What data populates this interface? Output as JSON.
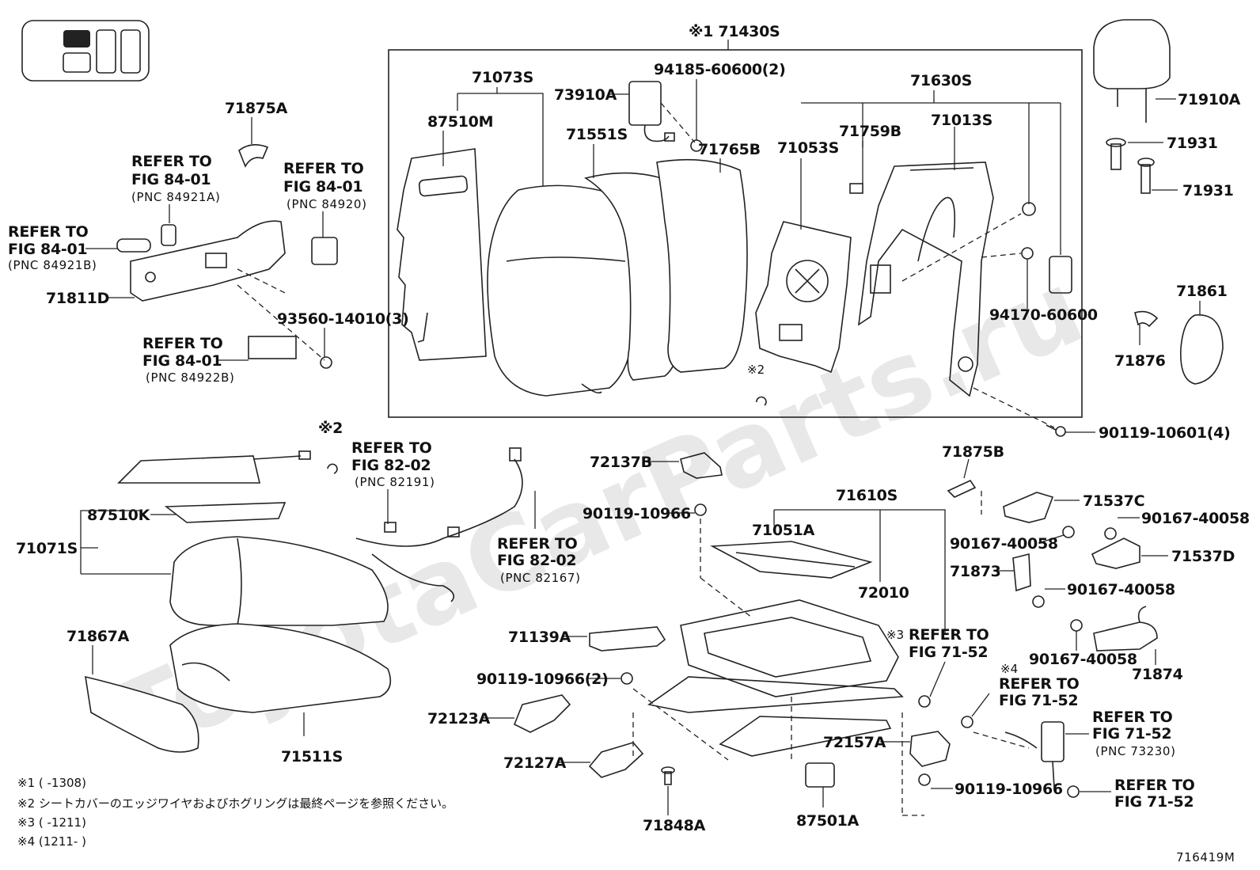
{
  "watermark": "ToyotaCarParts.ru",
  "figure_id": "716419M",
  "callouts": {
    "c71430S": "※1 71430S",
    "c71073S": "71073S",
    "c87510M": "87510M",
    "c73910A": "73910A",
    "c94185": "94185-60600(2)",
    "c71551S": "71551S",
    "c71765B": "71765B",
    "c71630S": "71630S",
    "c71013S": "71013S",
    "c71759B": "71759B",
    "c71053S": "71053S",
    "c94170": "94170-60600",
    "c71875A": "71875A",
    "c71811D": "71811D",
    "c93560": "93560-14010(3)",
    "c71910A": "71910A",
    "c71931a": "71931",
    "c71931b": "71931",
    "c71861": "71861",
    "c71876": "71876",
    "c90119_10601": "90119-10601(4)",
    "c87510K": "87510K",
    "c71071S": "71071S",
    "c71867A": "71867A",
    "c71511S": "71511S",
    "c72137B": "72137B",
    "c90119_10966a": "90119-10966",
    "c71610S": "71610S",
    "c71051A": "71051A",
    "c72010": "72010",
    "c71139A": "71139A",
    "c90119_10966_2": "90119-10966(2)",
    "c72123A": "72123A",
    "c72127A": "72127A",
    "c71848A": "71848A",
    "c87501A": "87501A",
    "c72157A": "72157A",
    "c90119_10966b": "90119-10966",
    "c71875B": "71875B",
    "c71537C": "71537C",
    "c90167_a": "90167-40058",
    "c90167_b": "90167-40058",
    "c71537D": "71537D",
    "c71873": "71873",
    "c90167_c": "90167-40058",
    "c90167_d": "90167-40058",
    "c71874": "71874",
    "mark2_top": "※2",
    "mark2_mid": "※2",
    "mark3": "※3"
  },
  "refers": {
    "r1": {
      "l1": "REFER TO",
      "l2": "FIG 84-01",
      "l3": "(PNC 84921A)"
    },
    "r2": {
      "l1": "REFER TO",
      "l2": "FIG 84-01",
      "l3": "(PNC 84920)"
    },
    "r3": {
      "l1": "REFER TO",
      "l2": "FIG 84-01",
      "l3": "(PNC 84921B)"
    },
    "r4": {
      "l1": "REFER TO",
      "l2": "FIG 84-01",
      "l3": "(PNC 84922B)"
    },
    "r5": {
      "l1": "REFER TO",
      "l2": "FIG 82-02",
      "l3": "(PNC 82191)"
    },
    "r6": {
      "l1": "REFER TO",
      "l2": "FIG 82-02",
      "l3": "(PNC 82167)"
    },
    "r7": {
      "l1": "REFER TO",
      "l2": "FIG 71-52"
    },
    "r8": {
      "l0": "※4",
      "l1": "REFER TO",
      "l2": "FIG 71-52"
    },
    "r9": {
      "l1": "REFER TO",
      "l2": "FIG 71-52",
      "l3": "(PNC 73230)"
    },
    "r10": {
      "l1": "REFER TO",
      "l2": "FIG 71-52"
    }
  },
  "notes": [
    "※1 (      -1308)",
    "※2 シートカバーのエッジワイヤおよびホグリングは最終ページを参照ください。",
    "※3 (      -1211)",
    "※4 (1211-      )"
  ],
  "colors": {
    "ink": "#222222",
    "watermark": "#e8e8e8",
    "background": "#ffffff"
  }
}
